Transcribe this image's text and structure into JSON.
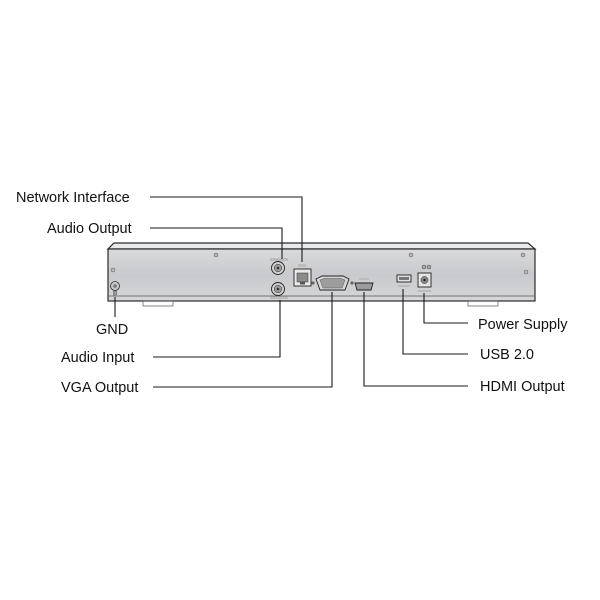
{
  "labels": {
    "network_interface": "Network Interface",
    "audio_output": "Audio Output",
    "gnd": "GND",
    "audio_input": "Audio Input",
    "vga_output": "VGA Output",
    "power_supply": "Power Supply",
    "usb": "USB 2.0",
    "hdmi_output": "HDMI Output"
  },
  "colors": {
    "line": "#1a1a1a",
    "device_face": "#cfd0d2",
    "device_edge": "#e6e7e9",
    "background": "#ffffff"
  }
}
